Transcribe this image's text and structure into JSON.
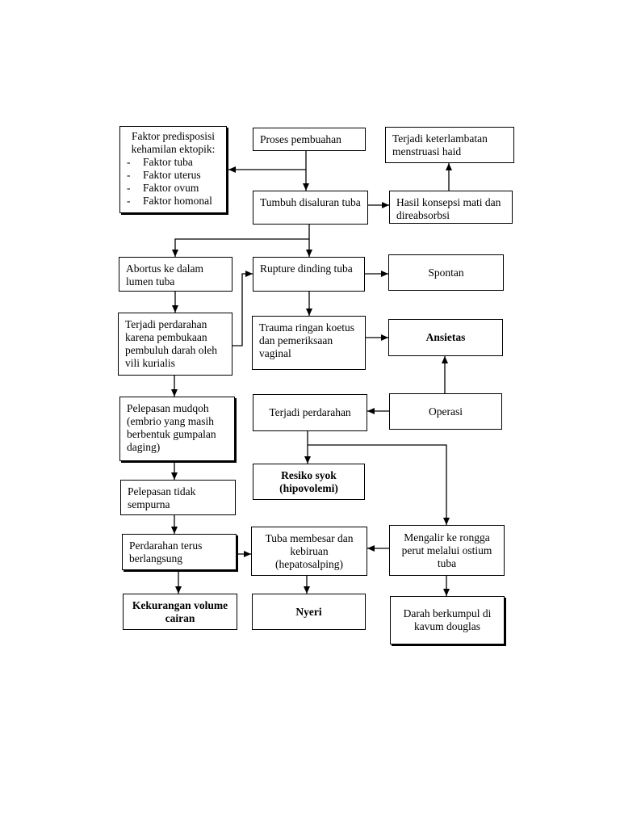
{
  "nodes": {
    "faktor": {
      "title": "Faktor predisposisi kehamilan ektopik:",
      "items": [
        "Faktor tuba",
        "Faktor uterus",
        "Faktor ovum",
        "Faktor homonal"
      ]
    },
    "proses": "Proses pembuahan",
    "terjadi_keterlambatan": "Terjadi keterlambatan menstruasi haid",
    "tumbuh": "Tumbuh disaluran tuba",
    "hasil": "Hasil konsepsi mati dan direabsorbsi",
    "abortus": "Abortus ke dalam lumen tuba",
    "rupture": "Rupture dinding tuba",
    "spontan": "Spontan",
    "terjadi_perdarahan_pembukaan": "Terjadi perdarahan karena pembukaan pembuluh darah oleh vili kurialis",
    "trauma": "Trauma ringan koetus dan pemeriksaan vaginal",
    "ansietas": "Ansietas",
    "pelepasan_mudqoh": "Pelepasan mudqoh (embrio yang masih berbentuk gumpalan daging)",
    "terjadi_perdarahan": "Terjadi perdarahan",
    "operasi": "Operasi",
    "resiko": "Resiko syok (hipovolemi)",
    "pelepasan_tidak": "Pelepasan tidak sempurna",
    "perdarahan_terus": "Perdarahan terus berlangsung",
    "tuba_membesar": "Tuba membesar  dan kebiruan (hepatosalping)",
    "mengalir": "Mengalir ke rongga perut melalui ostium tuba",
    "kekurangan": "Kekurangan volume cairan",
    "nyeri": "Nyeri",
    "darah": "Darah berkumpul di kavum douglas"
  }
}
